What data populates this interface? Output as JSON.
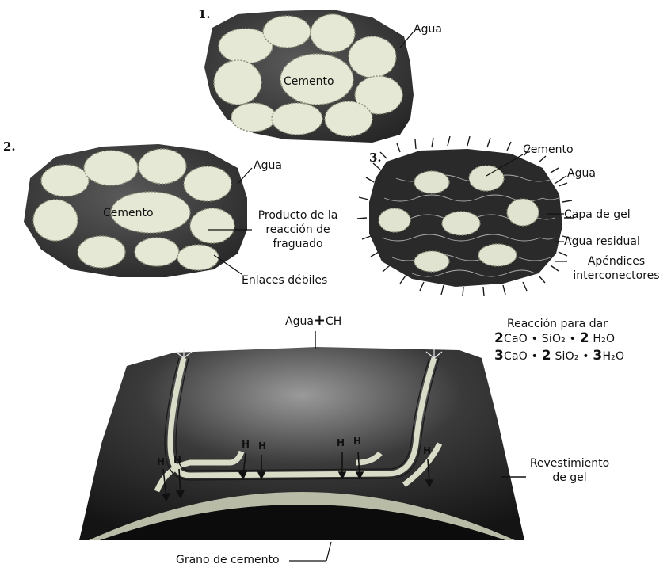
{
  "panel1": {
    "number": "1.",
    "cemento": "Cemento",
    "agua": "Agua"
  },
  "panel2": {
    "number": "2.",
    "cemento": "Cemento",
    "agua": "Agua",
    "producto": [
      "Producto de la",
      "reacción de",
      "fraguado"
    ],
    "enlaces": "Enlaces débiles"
  },
  "panel3": {
    "number": "3.",
    "cemento": "Cemento",
    "agua": "Agua",
    "capa_gel": "Capa de gel",
    "agua_residual": "Agua residual",
    "apendices": [
      "Apéndices",
      "interconectores"
    ]
  },
  "bottom": {
    "agua_ch": {
      "agua": "Agua",
      "plus": "+",
      "ch": "CH"
    },
    "reaccion_title": "Reacción para dar",
    "formula1": {
      "c1": "2",
      "t1": "CaO • SiO₂ • ",
      "c2": "2",
      "t2": " H₂O"
    },
    "formula2": {
      "c1": "3",
      "t1": "CaO • ",
      "c2": "2",
      "t2": " SiO₂ • ",
      "c3": "3",
      "t3": "H₂O"
    },
    "revestimiento": [
      "Revestimiento",
      "de gel"
    ],
    "grano": "Grano de cemento",
    "h_label": "H"
  }
}
